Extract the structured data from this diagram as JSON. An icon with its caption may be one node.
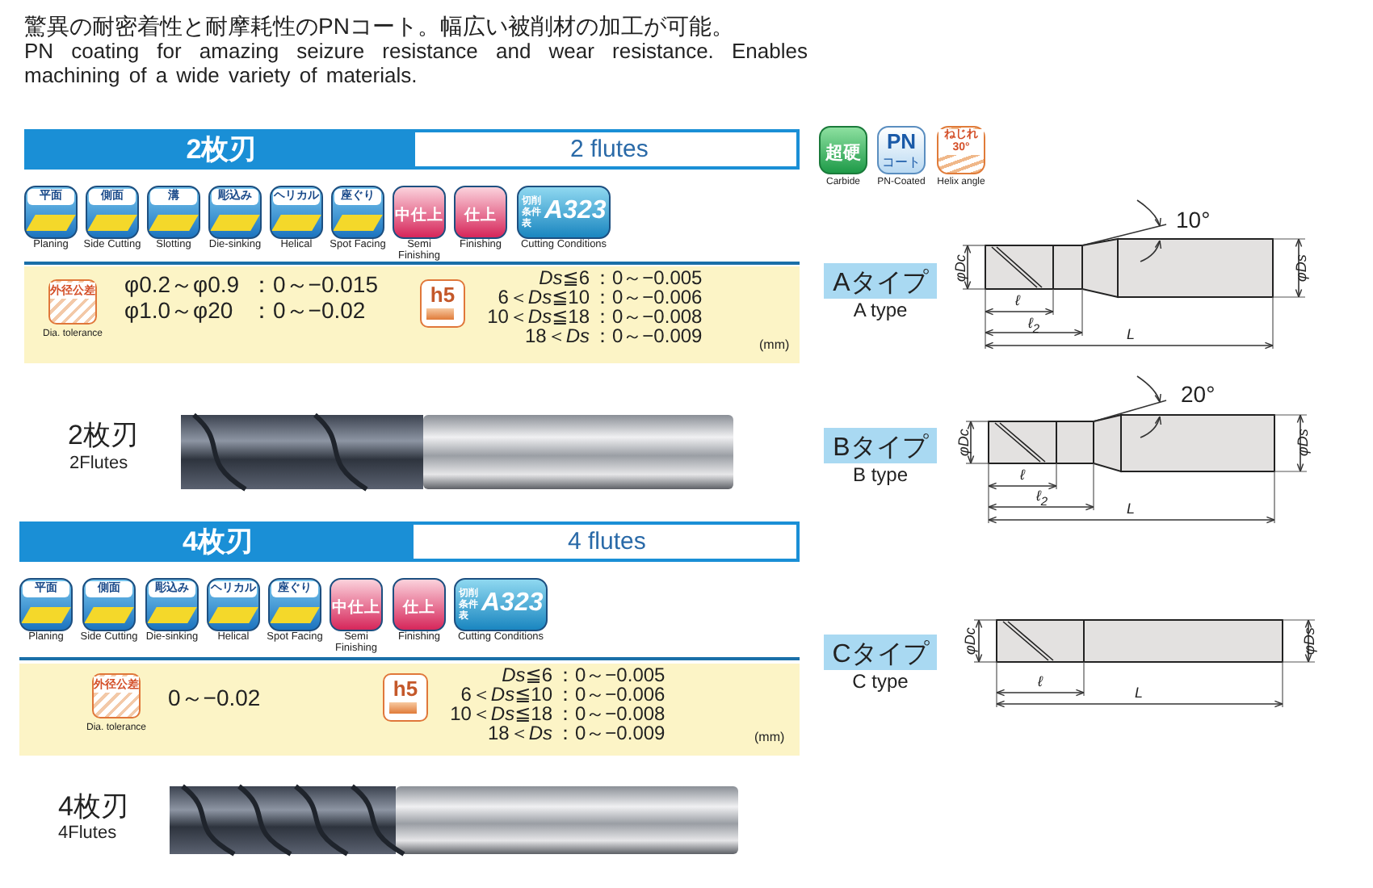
{
  "diagram": {
    "nodes": [
      {
        "text": [
          "2枚刃",
          "2 flutes"
        ]
      },
      {
        "text": [
          "平面"
        ],
        "beside": [
          "Planing"
        ]
      },
      {
        "text": [
          "側面"
        ],
        "beside": [
          "Side Cutting"
        ]
      },
      {
        "text": [
          "溝"
        ],
        "beside": [
          "Slotting"
        ]
      },
      {
        "text": [
          "彫込み"
        ],
        "beside": [
          "Die-sinking"
        ]
      },
      {
        "text": [
          "ヘリカル"
        ],
        "beside": [
          "Helical"
        ]
      },
      {
        "text": [
          "座ぐり"
        ],
        "beside": [
          "Spot Facing"
        ]
      },
      {
        "text": [
          "中仕上"
        ],
        "beside": [
          "Semi Finishing"
        ]
      },
      {
        "text": [
          "仕上"
        ],
        "beside": [
          "Finishing"
        ]
      },
      {
        "text": [
          "切削条件表",
          "A323"
        ],
        "beside": [
          "Cutting Conditions"
        ]
      },
      {
        "text": [
          "φ0.2～φ0.9",
          "：0～−0.015",
          "φ1.0～φ20",
          "：0～−0.02",
          "*Ds*≦6",
          "：0～−0.005",
          "6＜*Ds*≦10",
          "：0～−0.006",
          "10＜*Ds*≦18",
          "：0～−0.008",
          "18＜*Ds*",
          "：0～−0.009",
          "(mm)"
        ]
      },
      {
        "text": [
          "外径公差"
        ],
        "beside": [
          "Dia. tolerance"
        ],
        "in": 10
      },
      {
        "text": [
          "h5"
        ],
        "in": 10
      },
      {
        "text": [
          "4枚刃",
          "4 flutes"
        ]
      },
      {
        "text": [
          "平面"
        ],
        "beside": [
          "Planing"
        ]
      },
      {
        "text": [
          "側面"
        ],
        "beside": [
          "Side Cutting"
        ]
      },
      {
        "text": [
          "彫込み"
        ],
        "beside": [
          "Die-sinking"
        ]
      },
      {
        "text": [
          "ヘリカル"
        ],
        "beside": [
          "Helical"
        ]
      },
      {
        "text": [
          "座ぐり"
        ],
        "beside": [
          "Spot Facing"
        ]
      },
      {
        "text": [
          "中仕上"
        ],
        "beside": [
          "Semi Finishing"
        ]
      },
      {
        "text": [
          "仕上"
        ],
        "beside": [
          "Finishing"
        ]
      },
      {
        "text": [
          "切削条件表",
          "A323"
        ],
        "beside": [
          "Cutting Conditions"
        ]
      },
      {
        "text": [
          "0～−0.02",
          "*Ds*≦6",
          "：0～−0.005",
          "6＜*Ds*≦10",
          "：0～−0.006",
          "10＜*Ds*≦18",
          "：0～−0.008",
          "18＜*Ds*",
          "：0～−0.009",
          "(mm)"
        ]
      },
      {
        "text": [
          "外径公差"
        ],
        "beside": [
          "Dia. tolerance"
        ],
        "in": 22
      },
      {
        "text": [
          "h5"
        ],
        "in": 22
      },
      {
        "text": [
          "超硬"
        ],
        "beside": [
          "Carbide"
        ]
      },
      {
        "text": [
          "PN",
          "コート"
        ],
        "beside": [
          "PN-Coated"
        ]
      },
      {
        "text": [
          "ねじれ30°"
        ],
        "beside": [
          "Helix angle"
        ]
      },
      {
        "text": [
          "Aタイプ"
        ],
        "beside": [
          "A type"
        ]
      },
      {
        "text": [
          "Bタイプ"
        ],
        "beside": [
          "B type"
        ]
      },
      {
        "text": [
          "Cタイプ"
        ],
        "beside": [
          "C type"
        ]
      }
    ],
    "labels": [
      "驚異の耐密着性と耐摩耗性のPNコート。幅広い被削材の加工が可能。",
      "PN coating for amazing seizure resistance and wear resistance. Enables machining of a wide variety of materials.",
      "2枚刃",
      "2Flutes",
      "4枚刃",
      "4Flutes",
      "10°",
      "φDc",
      "φDs",
      "ℓ",
      "ℓ$_{2}$",
      "L",
      "20°",
      "φDc",
      "φDs",
      "ℓ",
      "ℓ$_{2}$",
      "L",
      "φDc",
      "φDs",
      "ℓ",
      "L"
    ]
  }
}
